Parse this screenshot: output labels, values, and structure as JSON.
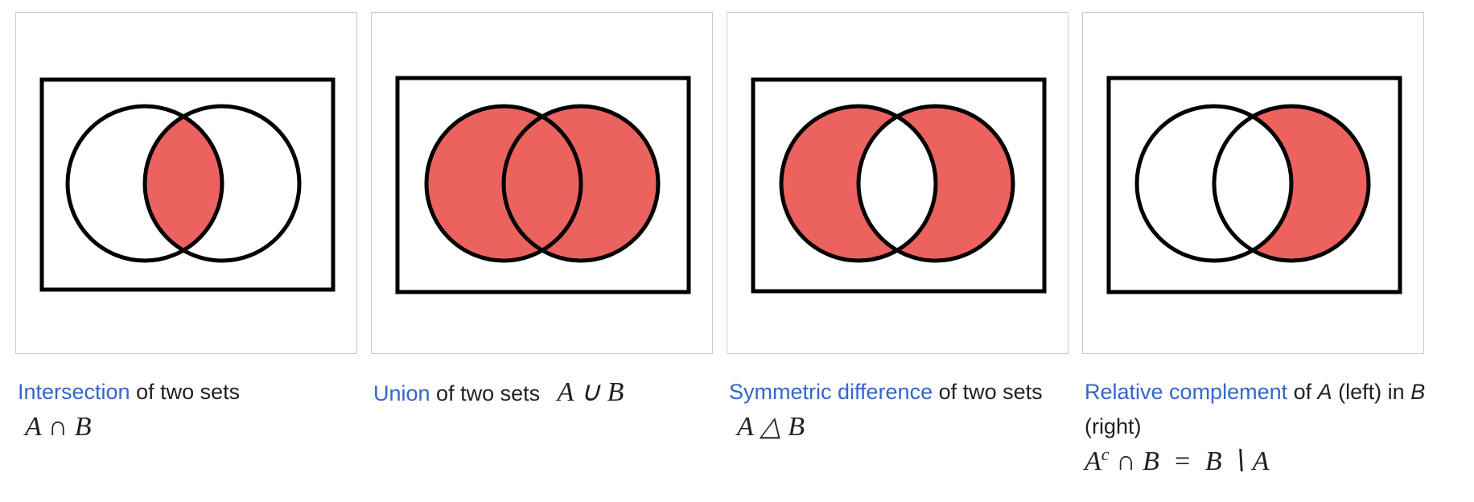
{
  "colors": {
    "fill": "#ec625f",
    "link": "#3366cc",
    "text": "#202122",
    "border": "#c8ccd1"
  },
  "captions": [
    {
      "link": "Intersection",
      "text": " of two sets",
      "math": "A ∩ B"
    },
    {
      "link": "Union",
      "text": " of two sets",
      "math": "A ∪ B"
    },
    {
      "link": "Symmetric difference",
      "text": " of two sets",
      "math": "A △ B"
    },
    {
      "link": "Relative complement",
      "text_1": " of ",
      "var_a": "A",
      "text_2": " (left) in ",
      "var_b": "B",
      "text_3": " (right)",
      "math_base": "A",
      "math_sup": "c",
      "math_rest": " ∩ B  =  B ∖ A"
    }
  ]
}
